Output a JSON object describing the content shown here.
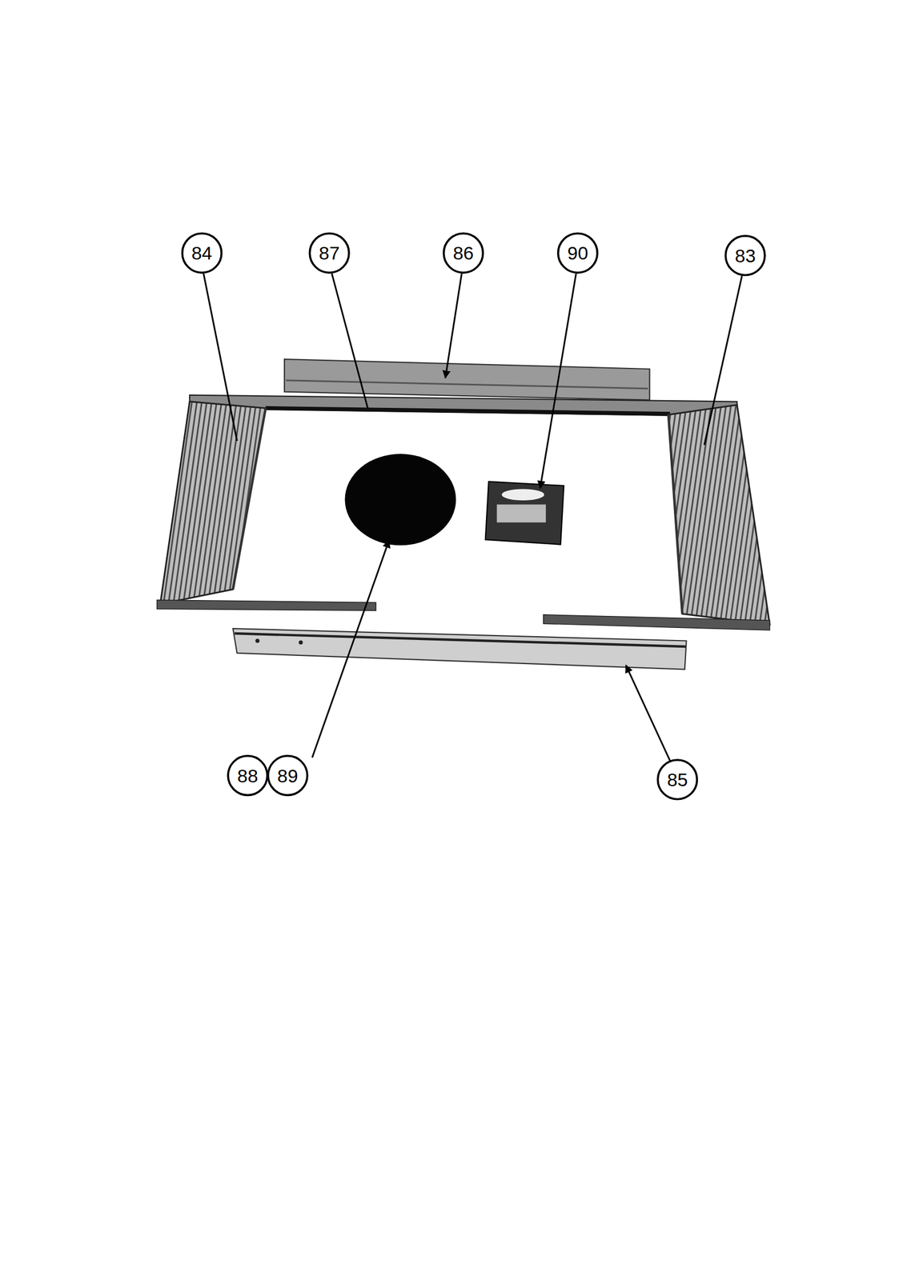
{
  "diagram": {
    "labels": [
      "84",
      "87",
      "86",
      "90",
      "83",
      "88",
      "89",
      "85"
    ]
  }
}
